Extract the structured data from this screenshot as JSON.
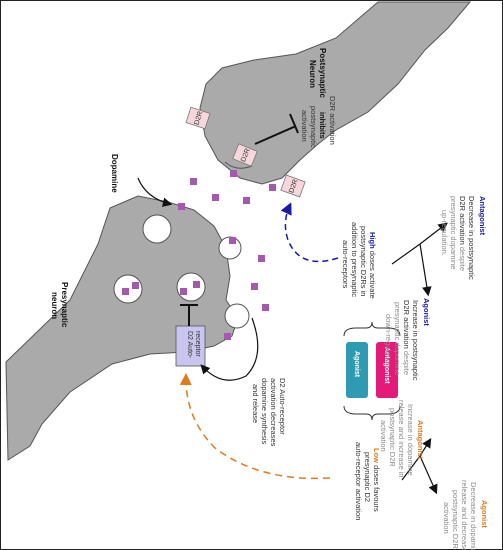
{
  "labels": {
    "postsynaptic_neuron": [
      "Postsynaptic",
      "Neuron"
    ],
    "presynaptic_neuron": [
      "Presynaptic",
      "neuron"
    ],
    "dopamine": "Dopamine",
    "d2r": "D2R",
    "d2_autoreceptor": [
      "D2 Auto-",
      "receptor"
    ]
  },
  "d2r_inhibition": {
    "line1": "D2R activation",
    "line2": "inhibits",
    "line3": "postsynaptic",
    "line4": "activation"
  },
  "autoreceptor_effect": {
    "lines": [
      "D2 Auto-receptor",
      "activation decreases",
      "dopamine synthesis",
      "and release"
    ]
  },
  "agents": {
    "agonist": "Agonist",
    "antagonist": "Antagonist"
  },
  "high_dose": {
    "keyword": "High",
    "line1_rest": " doses activate",
    "line2": "postsynaptic D2Rs in",
    "line3": "addition to presynaptic",
    "line4": "auto-receptors"
  },
  "low_dose": {
    "keyword": "Low",
    "line1_rest": " doses favours",
    "line2": "presynaptic D2",
    "line3": "auto-receptor activation"
  },
  "high_agonist": {
    "title": "Agonist",
    "line1": "Increase in postsynaptic",
    "line2_dark": "D2R activation",
    "line2_grey": " despite",
    "line3": "presynaptic dopamine",
    "line4": "down-regulation."
  },
  "high_antagonist": {
    "title": "Antagonist",
    "line1": "Decrease in postsynaptic",
    "line2_dark": "D2R activation",
    "line2_grey": " despite",
    "line3": "presynaptic dopamine",
    "line4": "up-regulation."
  },
  "low_agonist": {
    "title": "Agonist",
    "lines": [
      "Decrease in dopamine",
      "release and decrease in",
      "postsynaptic D2R",
      "activation"
    ]
  },
  "low_antagonist": {
    "title": "Antagonist",
    "lines": [
      "Increase in dopamine",
      "release and increase in",
      "postsynaptic D2R",
      "activation"
    ]
  },
  "colors": {
    "neuron_fill": "#aaaaaa",
    "dopamine": "#a35aae",
    "agonist_box": "#2f9bb3",
    "antagonist_box": "#e51a78",
    "high_dose_blue": "#1a1aa6",
    "low_dose_orange": "#e07a1e",
    "receptor_pink": "#f6d7dc",
    "autoreceptor_lavender": "#c9c5ee"
  }
}
